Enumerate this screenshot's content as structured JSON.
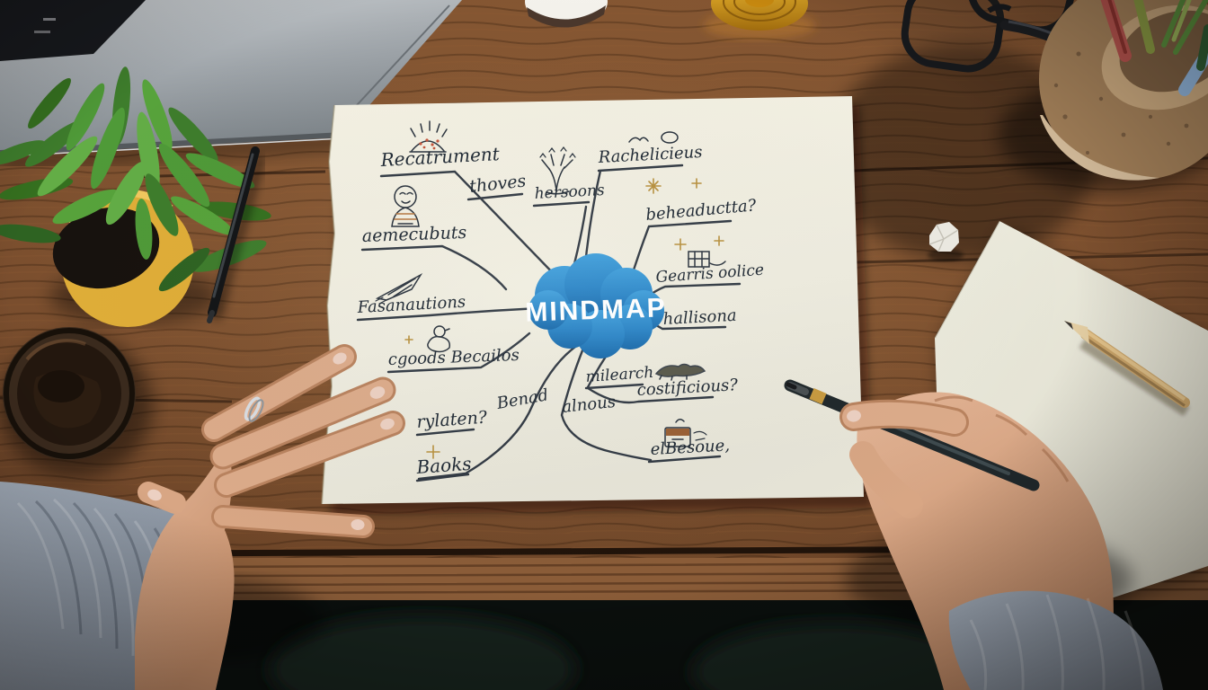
{
  "mindmap": {
    "center_label": "MINDMAP",
    "nodes": [
      {
        "text": "Recatrument"
      },
      {
        "text": "thoves"
      },
      {
        "text": "hersoons"
      },
      {
        "text": "Rachelicieus"
      },
      {
        "text": "beheaductta?"
      },
      {
        "text": "Gearris oolice"
      },
      {
        "text": "hallisona"
      },
      {
        "text": "milearch"
      },
      {
        "text": "costificious?"
      },
      {
        "text": "alnous"
      },
      {
        "text": "elBesoue,"
      },
      {
        "text": "Benad"
      },
      {
        "text": "Baoks"
      },
      {
        "text": "rylaten?"
      },
      {
        "text": "cgoods Becailos"
      },
      {
        "text": "Fasanautions"
      },
      {
        "text": "aemecubuts"
      }
    ]
  },
  "palette": {
    "cloud_blue": "#2b85c7",
    "ink": "#232c38",
    "paper": "#f2efe2",
    "sparkle_gold": "#b8913f",
    "pot_yellow": "#e0ae38",
    "wood_brown": "#6e4527"
  }
}
